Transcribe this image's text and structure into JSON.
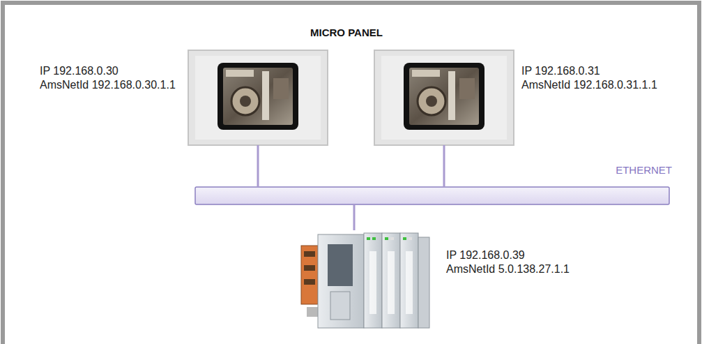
{
  "diagram": {
    "title": "MICRO PANEL",
    "nodes": [
      {
        "text": [
          "IP 192.168.0.30",
          "AmsNetId 192.168.0.30.1.1"
        ]
      },
      {
        "text": [
          "IP 192.168.0.31",
          "AmsNetId 192.168.0.31.1.1"
        ]
      },
      {
        "text": [
          "ETHERNET"
        ]
      },
      {
        "text": [
          "IP 192.168.0.39",
          "AmsNetId 5.0.138.27.1.1"
        ]
      }
    ],
    "edges": [
      {
        "from": 0,
        "to": 2,
        "arrow": "none"
      },
      {
        "from": 1,
        "to": 2,
        "arrow": "none"
      },
      {
        "from": 2,
        "to": 3,
        "arrow": "none"
      }
    ]
  }
}
